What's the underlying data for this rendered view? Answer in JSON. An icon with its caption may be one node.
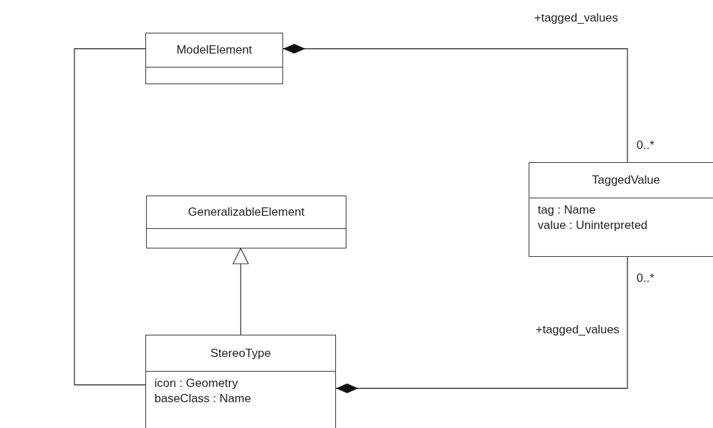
{
  "diagram": {
    "nodes": [
      {
        "text": [
          "ModelElement"
        ]
      },
      {
        "text": [
          "TaggedValue",
          "tag : Name",
          "value : Uninterpreted"
        ]
      },
      {
        "text": [
          "GeneralizableElement"
        ]
      },
      {
        "text": [
          "StereoType",
          "icon : Geometry",
          "baseClass : Name"
        ]
      }
    ],
    "edges": [
      {
        "from": 0,
        "to": 3,
        "arrow": "none"
      },
      {
        "from": 0,
        "to": 1,
        "arrow": "other",
        "label": "+tagged_values"
      },
      {
        "from": 3,
        "to": 2,
        "arrow": "to"
      },
      {
        "from": 3,
        "to": 1,
        "arrow": "other",
        "label": "+tagged_values"
      }
    ],
    "labels": [
      "0..*",
      "0..*"
    ]
  }
}
